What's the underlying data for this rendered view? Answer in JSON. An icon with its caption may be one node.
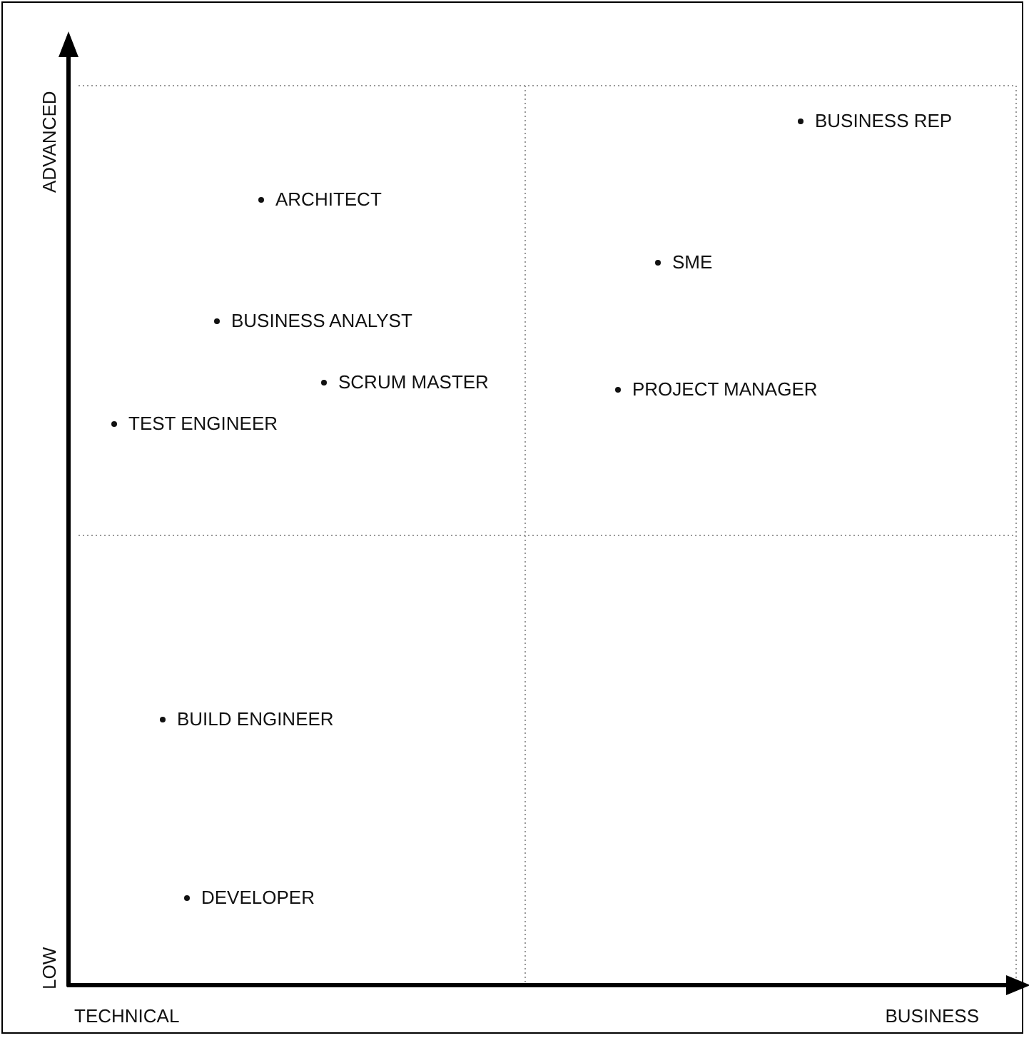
{
  "diagram": {
    "labels": [
      "ADVANCED",
      "BUSINESS REP",
      "ARCHITECT",
      "SME",
      "BUSINESS ANALYST",
      "SCRUM MASTER",
      "PROJECT MANAGER",
      "TEST ENGINEER",
      "BUILD ENGINEER",
      "DEVELOPER",
      "LOW",
      "TECHNICAL",
      "BUSINESS"
    ]
  }
}
